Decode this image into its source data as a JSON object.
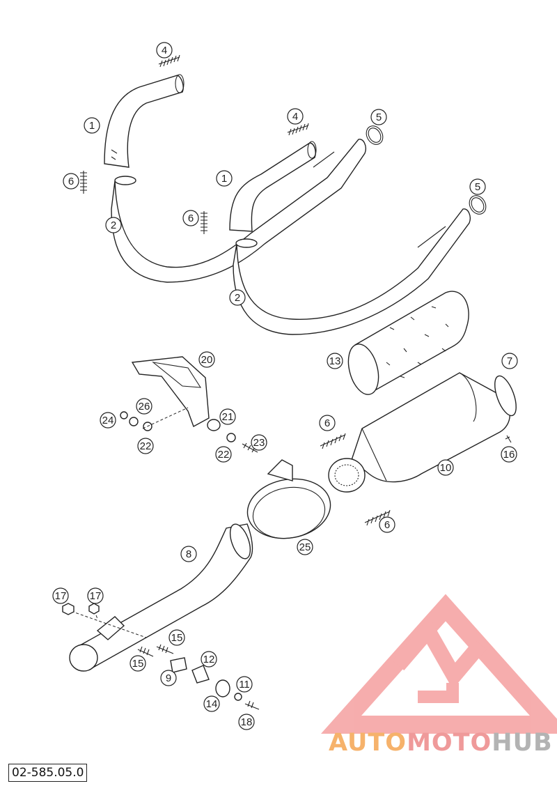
{
  "document": {
    "drawing_code": "02-585.05.0"
  },
  "callouts": [
    {
      "label": "4"
    },
    {
      "label": "1"
    },
    {
      "label": "4"
    },
    {
      "label": "5"
    },
    {
      "label": "6"
    },
    {
      "label": "1"
    },
    {
      "label": "5"
    },
    {
      "label": "2"
    },
    {
      "label": "6"
    },
    {
      "label": "2"
    },
    {
      "label": "20"
    },
    {
      "label": "13"
    },
    {
      "label": "7"
    },
    {
      "label": "26"
    },
    {
      "label": "24"
    },
    {
      "label": "21"
    },
    {
      "label": "6"
    },
    {
      "label": "22"
    },
    {
      "label": "23"
    },
    {
      "label": "22"
    },
    {
      "label": "10"
    },
    {
      "label": "16"
    },
    {
      "label": "6"
    },
    {
      "label": "8"
    },
    {
      "label": "25"
    },
    {
      "label": "17"
    },
    {
      "label": "17"
    },
    {
      "label": "15"
    },
    {
      "label": "12"
    },
    {
      "label": "15"
    },
    {
      "label": "9"
    },
    {
      "label": "11"
    },
    {
      "label": "14"
    },
    {
      "label": "18"
    }
  ],
  "watermark": {
    "part1": "AUTO",
    "part2": "MOTO",
    "part3": "HUB",
    "color_orange": "#f6b26b",
    "color_pink": "#ef9a9a",
    "color_gray": "#b3b3b3"
  }
}
